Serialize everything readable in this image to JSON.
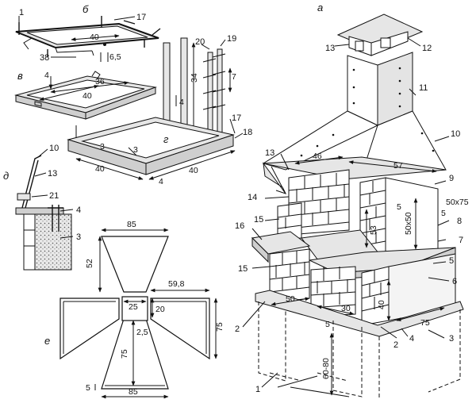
{
  "sections": {
    "a": "а",
    "b": "б",
    "v": "в",
    "g": "г",
    "d": "д",
    "e": "е"
  },
  "callouts": {
    "c1": "1",
    "c2a": "2",
    "c2b": "2",
    "c3a": "3",
    "c3b": "3",
    "c4a": "4",
    "c4b": "4",
    "c4c": "4",
    "c5": "5",
    "c6": "6",
    "c7a": "7",
    "c7b": "7",
    "c8": "8",
    "c9": "9",
    "c10a": "10",
    "c10b": "10",
    "c11": "11",
    "c12": "12",
    "c13a": "13",
    "c13b": "13",
    "c13c": "13",
    "c14": "14",
    "c15a": "15",
    "c15b": "15",
    "c16": "16",
    "c17a": "17",
    "c17b": "17",
    "c18": "18",
    "c19": "19",
    "c20": "20",
    "c21": "21",
    "c38": "38"
  },
  "dimensions": {
    "b_width": "40",
    "b_65": "6,5",
    "v_36": "36",
    "v_40": "40",
    "posts_34": "34",
    "g_3a": "3",
    "g_3b": "3",
    "g_40a": "40",
    "g_40b": "40",
    "g_4": "4",
    "a_46": "46",
    "a_57": "57",
    "a_50x75": "50x75",
    "a_5a": "5",
    "a_5b": "5",
    "a_50x50": "50x50",
    "a_53": "53",
    "a_50": "50",
    "a_30": "30",
    "a_40": "40",
    "a_75": "75",
    "a_5c": "5",
    "a_6080": "60-80",
    "e_85top": "85",
    "e_52": "52",
    "e_598": "59,8",
    "e_25": "25",
    "e_20": "20",
    "e_75r": "75",
    "e_25b": "2,5",
    "e_75c": "75",
    "e_5": "5",
    "e_85bot": "85"
  }
}
